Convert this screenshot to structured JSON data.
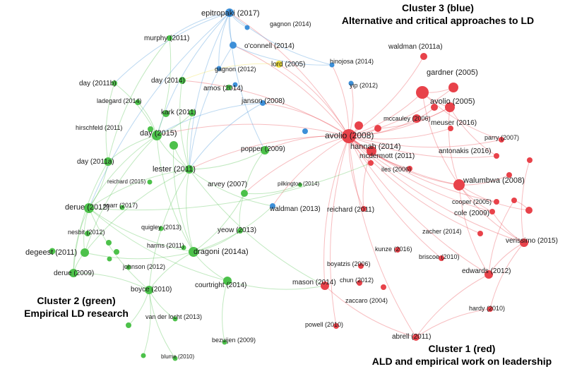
{
  "colors": {
    "red": "#e8424a",
    "green": "#4cc14a",
    "blue": "#3d8fd8",
    "yellow": "#f0e040"
  },
  "clusters": {
    "c1": {
      "title": "Cluster 1 (red)",
      "subtitle": "ALD and empirical work on leadership"
    },
    "c2": {
      "title": "Cluster 2 (green)",
      "subtitle": "Empirical LD research"
    },
    "c3": {
      "title": "Cluster 3 (blue)",
      "subtitle": "Alternative and critical approaches to LD"
    }
  },
  "nodes": [
    {
      "id": "epitropaki",
      "label": "epitropaki (2017)",
      "cluster": "blue"
    },
    {
      "id": "gagnon2014",
      "label": "gagnon (2014)",
      "cluster": "blue"
    },
    {
      "id": "oconnell",
      "label": "o'connell (2014)",
      "cluster": "blue"
    },
    {
      "id": "lord",
      "label": "lord (2005)",
      "cluster": "yellow"
    },
    {
      "id": "hinojosa",
      "label": "hinojosa (2014)",
      "cluster": "blue"
    },
    {
      "id": "gagnon2012",
      "label": "gagnon (2012)",
      "cluster": "blue"
    },
    {
      "id": "yip",
      "label": "yip (2012)",
      "cluster": "blue"
    },
    {
      "id": "janson",
      "label": "janson (2008)",
      "cluster": "blue"
    },
    {
      "id": "waldman2013",
      "label": "waldman (2013)",
      "cluster": "blue"
    },
    {
      "id": "blue_u1",
      "label": "",
      "cluster": "blue"
    },
    {
      "id": "blue_u2",
      "label": "",
      "cluster": "blue"
    },
    {
      "id": "murphy",
      "label": "murphy (2011)",
      "cluster": "green"
    },
    {
      "id": "day2011b",
      "label": "day (2011b)",
      "cluster": "green"
    },
    {
      "id": "day2014",
      "label": "day (2014)",
      "cluster": "green"
    },
    {
      "id": "amos",
      "label": "amos (2014)",
      "cluster": "green"
    },
    {
      "id": "ladegard",
      "label": "ladegard (2014)",
      "cluster": "green"
    },
    {
      "id": "kark",
      "label": "kark (2011)",
      "cluster": "green"
    },
    {
      "id": "hirschfeld",
      "label": "hirschfeld (2011)",
      "cluster": "green"
    },
    {
      "id": "day2015",
      "label": "day (2015)",
      "cluster": "green"
    },
    {
      "id": "popper",
      "label": "popper (2009)",
      "cluster": "green"
    },
    {
      "id": "day2011a",
      "label": "day (2011a)",
      "cluster": "green"
    },
    {
      "id": "lester",
      "label": "lester (2011)",
      "cluster": "green"
    },
    {
      "id": "reichard2015",
      "label": "reichard (2015)",
      "cluster": "green"
    },
    {
      "id": "arvey",
      "label": "arvey (2007)",
      "cluster": "green"
    },
    {
      "id": "pilkington",
      "label": "pilkington (2014)",
      "cluster": "green"
    },
    {
      "id": "derue2012",
      "label": "derue (2012)",
      "cluster": "green"
    },
    {
      "id": "sparr",
      "label": "sparr (2017)",
      "cluster": "green"
    },
    {
      "id": "quigley",
      "label": "quigley (2013)",
      "cluster": "green"
    },
    {
      "id": "yeow",
      "label": "yeow (2013)",
      "cluster": "green"
    },
    {
      "id": "nesbit",
      "label": "nesbit (2012)",
      "cluster": "green"
    },
    {
      "id": "harms",
      "label": "harms (2011)",
      "cluster": "green"
    },
    {
      "id": "degeest",
      "label": "degeest (2011)",
      "cluster": "green"
    },
    {
      "id": "dragoni",
      "label": "dragoni (2014a)",
      "cluster": "green"
    },
    {
      "id": "johnson",
      "label": "johnson (2012)",
      "cluster": "green"
    },
    {
      "id": "derue2009",
      "label": "derue (2009)",
      "cluster": "green"
    },
    {
      "id": "courtright",
      "label": "courtright (2014)",
      "cluster": "green"
    },
    {
      "id": "boyce",
      "label": "boyce (2010)",
      "cluster": "green"
    },
    {
      "id": "vanderlocht",
      "label": "van der locht (2013)",
      "cluster": "green"
    },
    {
      "id": "bezuijen",
      "label": "bezuijen (2009)",
      "cluster": "green"
    },
    {
      "id": "blume",
      "label": "blume (2010)",
      "cluster": "green"
    },
    {
      "id": "green_u1",
      "label": "",
      "cluster": "green"
    },
    {
      "id": "green_u2",
      "label": "",
      "cluster": "green"
    },
    {
      "id": "green_u3",
      "label": "",
      "cluster": "green"
    },
    {
      "id": "green_u4",
      "label": "",
      "cluster": "green"
    },
    {
      "id": "green_u5",
      "label": "",
      "cluster": "green"
    },
    {
      "id": "green_u6",
      "label": "",
      "cluster": "green"
    },
    {
      "id": "green_u7",
      "label": "",
      "cluster": "green"
    },
    {
      "id": "green_u8",
      "label": "",
      "cluster": "green"
    },
    {
      "id": "avolio2008",
      "label": "avolio (2008)",
      "cluster": "red"
    },
    {
      "id": "waldman2011a",
      "label": "waldman (2011a)",
      "cluster": "red"
    },
    {
      "id": "gardner",
      "label": "gardner (2005)",
      "cluster": "red"
    },
    {
      "id": "avolio2005",
      "label": "avolio (2005)",
      "cluster": "red"
    },
    {
      "id": "mccauley",
      "label": "mccauley (2006)",
      "cluster": "red"
    },
    {
      "id": "meuser",
      "label": "meuser (2016)",
      "cluster": "red"
    },
    {
      "id": "parry",
      "label": "parry (2007)",
      "cluster": "red"
    },
    {
      "id": "hannah",
      "label": "hannah (2014)",
      "cluster": "red"
    },
    {
      "id": "antonakis",
      "label": "antonakis (2016)",
      "cluster": "red"
    },
    {
      "id": "mcdermott",
      "label": "mcdermott (2011)",
      "cluster": "red"
    },
    {
      "id": "iles",
      "label": "iles (2006)",
      "cluster": "red"
    },
    {
      "id": "walumbwa",
      "label": "walumbwa (2008)",
      "cluster": "red"
    },
    {
      "id": "reichard2011",
      "label": "reichard (2011)",
      "cluster": "red"
    },
    {
      "id": "cooper",
      "label": "cooper (2005)",
      "cluster": "red"
    },
    {
      "id": "cole",
      "label": "cole (2009)",
      "cluster": "red"
    },
    {
      "id": "zacher",
      "label": "zacher (2014)",
      "cluster": "red"
    },
    {
      "id": "verissimo",
      "label": "verissimo (2015)",
      "cluster": "red"
    },
    {
      "id": "kunze",
      "label": "kunze (2016)",
      "cluster": "red"
    },
    {
      "id": "briscoe",
      "label": "briscoe (2010)",
      "cluster": "red"
    },
    {
      "id": "boyatzis",
      "label": "boyatzis (2006)",
      "cluster": "red"
    },
    {
      "id": "edwards",
      "label": "edwards (2012)",
      "cluster": "red"
    },
    {
      "id": "mason",
      "label": "mason (2014)",
      "cluster": "red"
    },
    {
      "id": "chun",
      "label": "chun (2012)",
      "cluster": "red"
    },
    {
      "id": "zaccaro",
      "label": "zaccaro (2004)",
      "cluster": "red"
    },
    {
      "id": "hardy",
      "label": "hardy (2010)",
      "cluster": "red"
    },
    {
      "id": "powell",
      "label": "powell (2010)",
      "cluster": "red"
    },
    {
      "id": "abrell",
      "label": "abrell (2011)",
      "cluster": "red"
    },
    {
      "id": "red_u1",
      "label": "",
      "cluster": "red"
    },
    {
      "id": "red_u2",
      "label": "",
      "cluster": "red"
    },
    {
      "id": "red_u3",
      "label": "",
      "cluster": "red"
    },
    {
      "id": "red_u4",
      "label": "",
      "cluster": "red"
    },
    {
      "id": "red_u5",
      "label": "",
      "cluster": "red"
    },
    {
      "id": "red_u6",
      "label": "",
      "cluster": "red"
    },
    {
      "id": "red_u7",
      "label": "",
      "cluster": "red"
    },
    {
      "id": "red_u8",
      "label": "",
      "cluster": "red"
    }
  ]
}
